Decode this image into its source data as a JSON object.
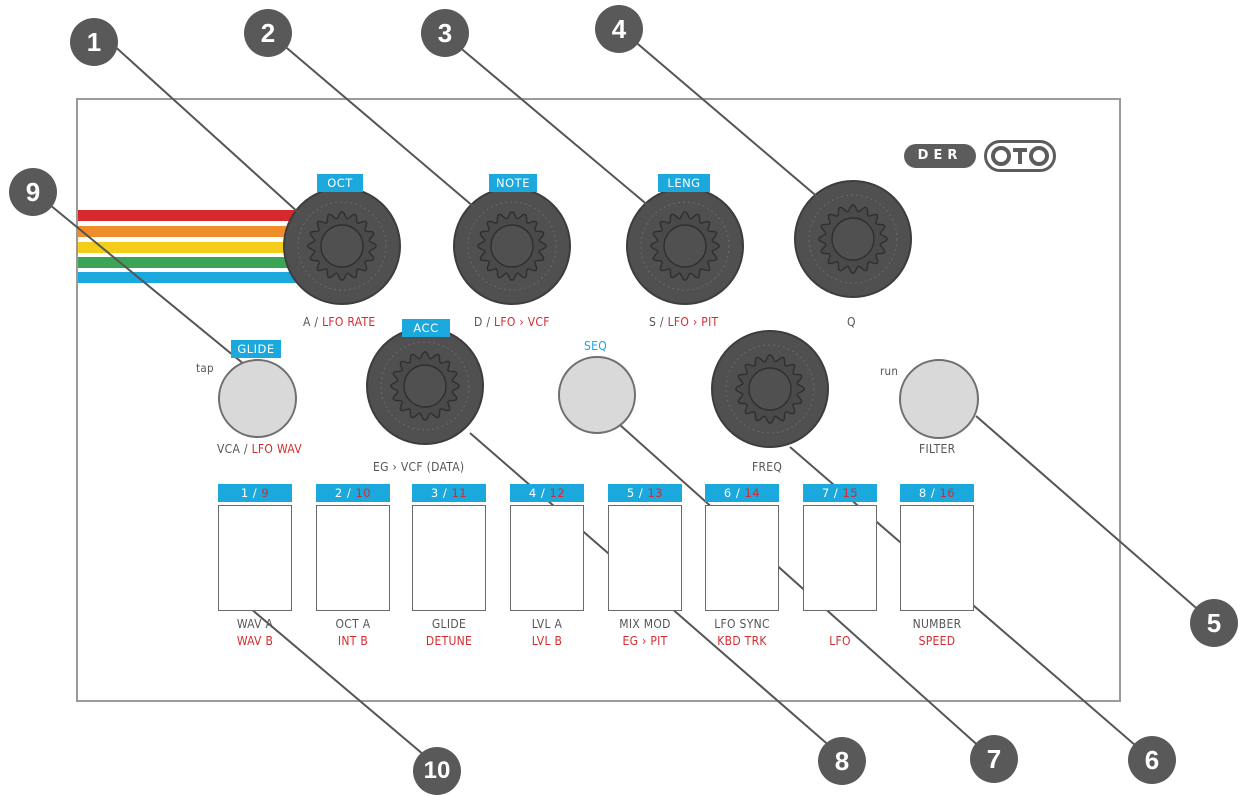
{
  "brand": {
    "der": "DER",
    "oto": "OTO"
  },
  "colors": {
    "panel_border": "#9a9a9a",
    "knob": "#505050",
    "button": "#d9d9d9",
    "tag_blue": "#1ba8dd",
    "label_red": "#d42b2f",
    "callout": "#595959",
    "rainbow": [
      "#d7282e",
      "#ef8d2a",
      "#f3cd19",
      "#3aa655",
      "#1ba8dd"
    ]
  },
  "knobs": {
    "k1": {
      "tag": "OCT",
      "label_main": "A / ",
      "label_alt": "LFO RATE"
    },
    "k2": {
      "tag": "NOTE",
      "label_main": "D / ",
      "label_alt": "LFO › VCF"
    },
    "k3": {
      "tag": "LENG",
      "label_main": "S / ",
      "label_alt": "LFO › PIT"
    },
    "k4": {
      "tag": "",
      "label_main": "Q",
      "label_alt": ""
    },
    "acc": {
      "tag": "ACC",
      "label_main": "EG › VCF (DATA)",
      "label_alt": ""
    },
    "freq": {
      "tag": "",
      "label_main": "FREQ",
      "label_alt": ""
    }
  },
  "buttons": {
    "glide": {
      "tag": "GLIDE",
      "side": "tap",
      "label_main": "VCA / ",
      "label_alt": "LFO WAV"
    },
    "seq": {
      "tag": "SEQ"
    },
    "filter": {
      "side": "run",
      "label_main": "FILTER"
    }
  },
  "pads": [
    {
      "num": "1 / ",
      "num_alt": "9",
      "label": "WAV A",
      "label_alt": "WAV B"
    },
    {
      "num": "2 / ",
      "num_alt": "10",
      "label": "OCT A",
      "label_alt": "INT B"
    },
    {
      "num": "3 / ",
      "num_alt": "11",
      "label": "GLIDE",
      "label_alt": "DETUNE"
    },
    {
      "num": "4 / ",
      "num_alt": "12",
      "label": "LVL A",
      "label_alt": "LVL B"
    },
    {
      "num": "5 / ",
      "num_alt": "13",
      "label": "MIX MOD",
      "label_alt": "EG › PIT"
    },
    {
      "num": "6 / ",
      "num_alt": "14",
      "label": "LFO SYNC",
      "label_alt": "KBD TRK"
    },
    {
      "num": "7 / ",
      "num_alt": "15",
      "label": "",
      "label_alt": "LFO"
    },
    {
      "num": "8 / ",
      "num_alt": "16",
      "label": "NUMBER",
      "label_alt": "SPEED"
    }
  ],
  "callouts": [
    "1",
    "2",
    "3",
    "4",
    "5",
    "6",
    "7",
    "8",
    "9",
    "10"
  ]
}
